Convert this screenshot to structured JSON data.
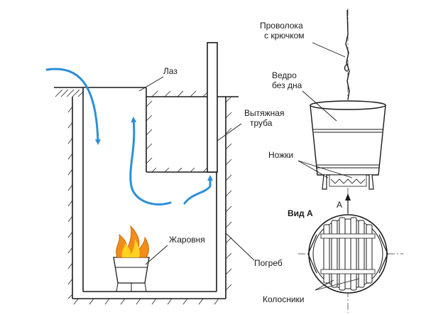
{
  "labels": {
    "laz": "Лаз",
    "truba": "Вытяжная\nтруба",
    "zharovnya": "Жаровня",
    "pogreb": "Погреб",
    "provoloka": "Проволока\nс крючком",
    "vedro": "Ведро\nбез дна",
    "nozhki": "Ножки",
    "vid_a": "Вид А",
    "arrow_a": "А",
    "kolosniki": "Колосники"
  },
  "colors": {
    "flow_arrows": "#2b8fd8",
    "flame_outer": "#f28c1a",
    "flame_inner": "#ffd21f",
    "line": "#1a1a1a"
  }
}
